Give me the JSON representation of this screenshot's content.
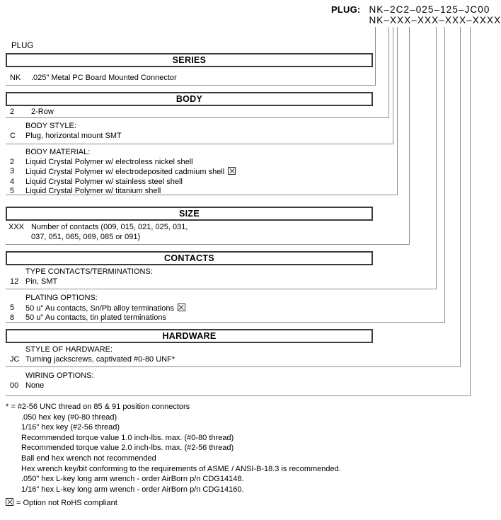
{
  "header": {
    "label": "PLUG:",
    "example_part_number": "NK–2C2–025–125–JC00",
    "generic_part_number": "NK–XXX–XXX–XXX–XXXX"
  },
  "plug_caption": "PLUG",
  "sections": [
    {
      "band": "SERIES",
      "groups": [
        {
          "heading": "",
          "options": [
            {
              "code": "NK",
              "text": ".025\" Metal PC Board Mounted Connector",
              "rohs_flag": false
            }
          ]
        }
      ]
    },
    {
      "band": "BODY",
      "groups": [
        {
          "heading": "",
          "options": [
            {
              "code": "2",
              "text": "2-Row",
              "rohs_flag": false
            }
          ]
        },
        {
          "heading": "BODY STYLE:",
          "options": [
            {
              "code": "C",
              "text": "Plug, horizontal mount SMT",
              "rohs_flag": false
            }
          ]
        },
        {
          "heading": "BODY MATERIAL:",
          "options": [
            {
              "code": "2",
              "text": "Liquid Crystal Polymer w/ electroless nickel shell",
              "rohs_flag": false
            },
            {
              "code": "3",
              "text": "Liquid Crystal Polymer w/ electrodeposited  cadmium shell",
              "rohs_flag": true
            },
            {
              "code": "4",
              "text": "Liquid Crystal Polymer w/ stainless steel shell",
              "rohs_flag": false
            },
            {
              "code": "5",
              "text": "Liquid Crystal Polymer w/ titanium shell",
              "rohs_flag": false
            }
          ]
        }
      ]
    },
    {
      "band": "SIZE",
      "groups": [
        {
          "heading": "",
          "options": [
            {
              "code": "XXX",
              "text": "Number of contacts (009, 015, 021, 025, 031,",
              "text2": "037, 051, 065, 069, 085 or 091)",
              "rohs_flag": false
            }
          ]
        }
      ]
    },
    {
      "band": "CONTACTS",
      "groups": [
        {
          "heading": "TYPE CONTACTS/TERMINATIONS:",
          "options": [
            {
              "code": "12",
              "text": "Pin, SMT",
              "rohs_flag": false
            }
          ]
        },
        {
          "heading": "PLATING OPTIONS:",
          "options": [
            {
              "code": "5",
              "text": "50 u\" Au contacts, Sn/Pb alloy terminations",
              "rohs_flag": true
            },
            {
              "code": "8",
              "text": "50 u\" Au contacts, tin plated terminations",
              "rohs_flag": false
            }
          ]
        }
      ]
    },
    {
      "band": "HARDWARE",
      "groups": [
        {
          "heading": "STYLE OF HARDWARE:",
          "options": [
            {
              "code": "JC",
              "text": "Turning jackscrews, captivated #0-80 UNF*",
              "rohs_flag": false
            }
          ]
        },
        {
          "heading": "WIRING OPTIONS:",
          "options": [
            {
              "code": "00",
              "text": "None",
              "rohs_flag": false
            }
          ]
        }
      ]
    }
  ],
  "footnotes": [
    "* = #2-56 UNC thread on 85 & 91 position connectors",
    ".050 hex key (#0-80 thread)",
    "1/16\" hex key (#2-56 thread)",
    "Recommended torque value 1.0 inch-lbs. max. (#0-80 thread)",
    "Recommended torque value 2.0 inch-lbs. max. (#2-56 thread)",
    "Ball end hex wrench not recommended",
    "Hex wrench key/bit conforming to the requirements of ASME / ANSI-B-18.3 is recommended.",
    ".050\" hex L-key long arm wrench - order AirBorn p/n CDG14148.",
    "1/16\" hex L-key long arm wrench - order AirBorn p/n CDG14160."
  ],
  "legend": {
    "icon": "x-box-icon",
    "text": "= Option not RoHS compliant"
  },
  "colors": {
    "band_border": "#3a3a3a",
    "leader_line": "#8d8d8d",
    "text": "#000000",
    "background": "#ffffff"
  }
}
